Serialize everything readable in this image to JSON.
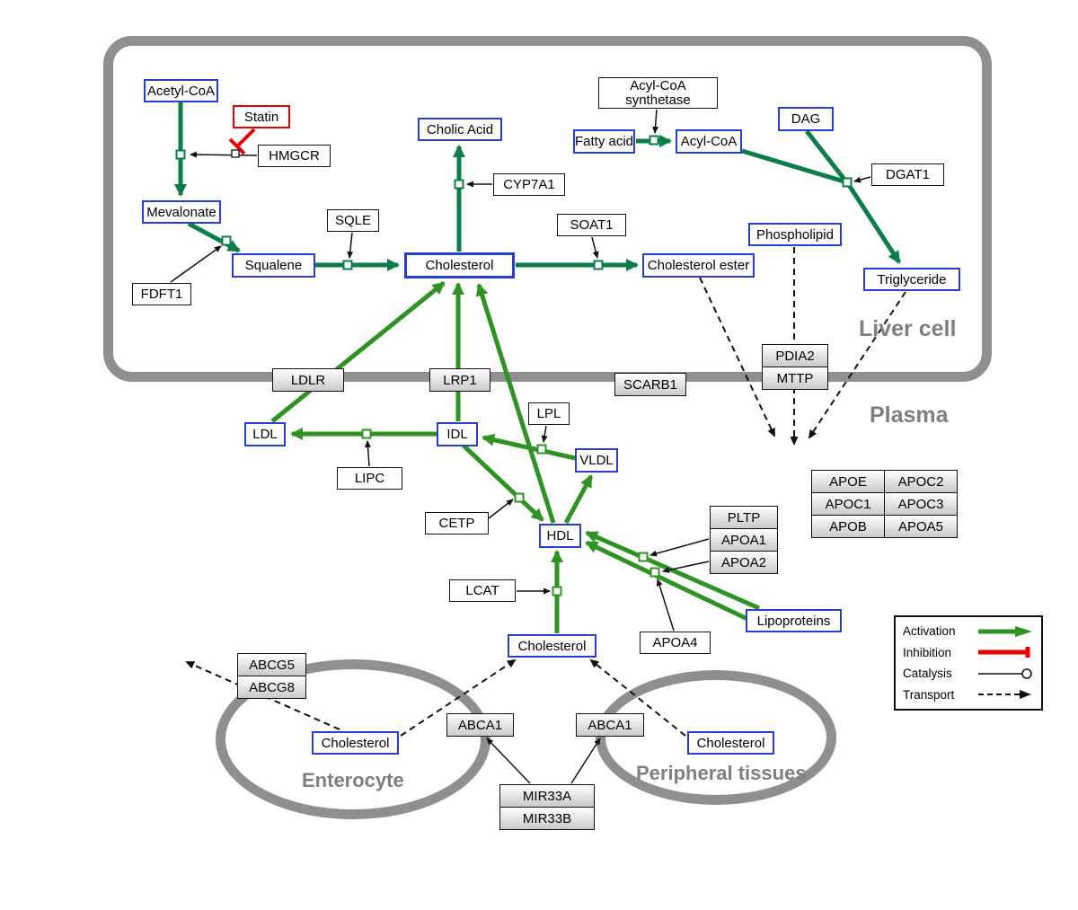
{
  "compartments": {
    "liver": "Liver cell",
    "plasma": "Plasma",
    "enterocyte": "Enterocyte",
    "peripheral": "Peripheral tissues"
  },
  "metabolites": {
    "acetyl_coa": "Acetyl-CoA",
    "mevalonate": "Mevalonate",
    "squalene": "Squalene",
    "cholesterol": "Cholesterol",
    "cholic_acid": "Cholic Acid",
    "fatty_acid": "Fatty acid",
    "acyl_coa": "Acyl-CoA",
    "dag": "DAG",
    "phospholipid": "Phospholipid",
    "cholesterol_ester": "Cholesterol ester",
    "triglyceride": "Triglyceride",
    "ldl": "LDL",
    "idl": "IDL",
    "vldl": "VLDL",
    "hdl": "HDL",
    "lipoproteins": "Lipoproteins",
    "cholesterol_plasma": "Cholesterol",
    "cholesterol_enterocyte": "Cholesterol",
    "cholesterol_peripheral": "Cholesterol"
  },
  "proteins": {
    "statin": "Statin",
    "hmgcr": "HMGCR",
    "fdft1": "FDFT1",
    "sqle": "SQLE",
    "cyp7a1": "CYP7A1",
    "soat1": "SOAT1",
    "acyl_coa_synthetase_line1": "Acyl-CoA",
    "acyl_coa_synthetase_line2": "synthetase",
    "dgat1": "DGAT1",
    "pdia2": "PDIA2",
    "mttp": "MTTP",
    "ldlr": "LDLR",
    "lrp1": "LRP1",
    "scarb1": "SCARB1",
    "lpl": "LPL",
    "lipc": "LIPC",
    "cetp": "CETP",
    "lcat": "LCAT",
    "pltp": "PLTP",
    "apoa1": "APOA1",
    "apoa2": "APOA2",
    "apoa4": "APOA4",
    "abcg5": "ABCG5",
    "abcg8": "ABCG8",
    "abca1_enterocyte": "ABCA1",
    "abca1_peripheral": "ABCA1",
    "mir33a": "MIR33A",
    "mir33b": "MIR33B"
  },
  "apo_table": [
    [
      "APOE",
      "APOC2"
    ],
    [
      "APOC1",
      "APOC3"
    ],
    [
      "APOB",
      "APOA5"
    ]
  ],
  "legend": {
    "activation": "Activation",
    "inhibition": "Inhibition",
    "catalysis": "Catalysis",
    "transport": "Transport"
  },
  "colors": {
    "activation_green": "#2e9322",
    "liver_reaction_green": "#0b7d46",
    "inhibition_red": "#e80000",
    "metabolite_blue": "#2540cc",
    "membrane_gray": "#8f8f8f"
  }
}
